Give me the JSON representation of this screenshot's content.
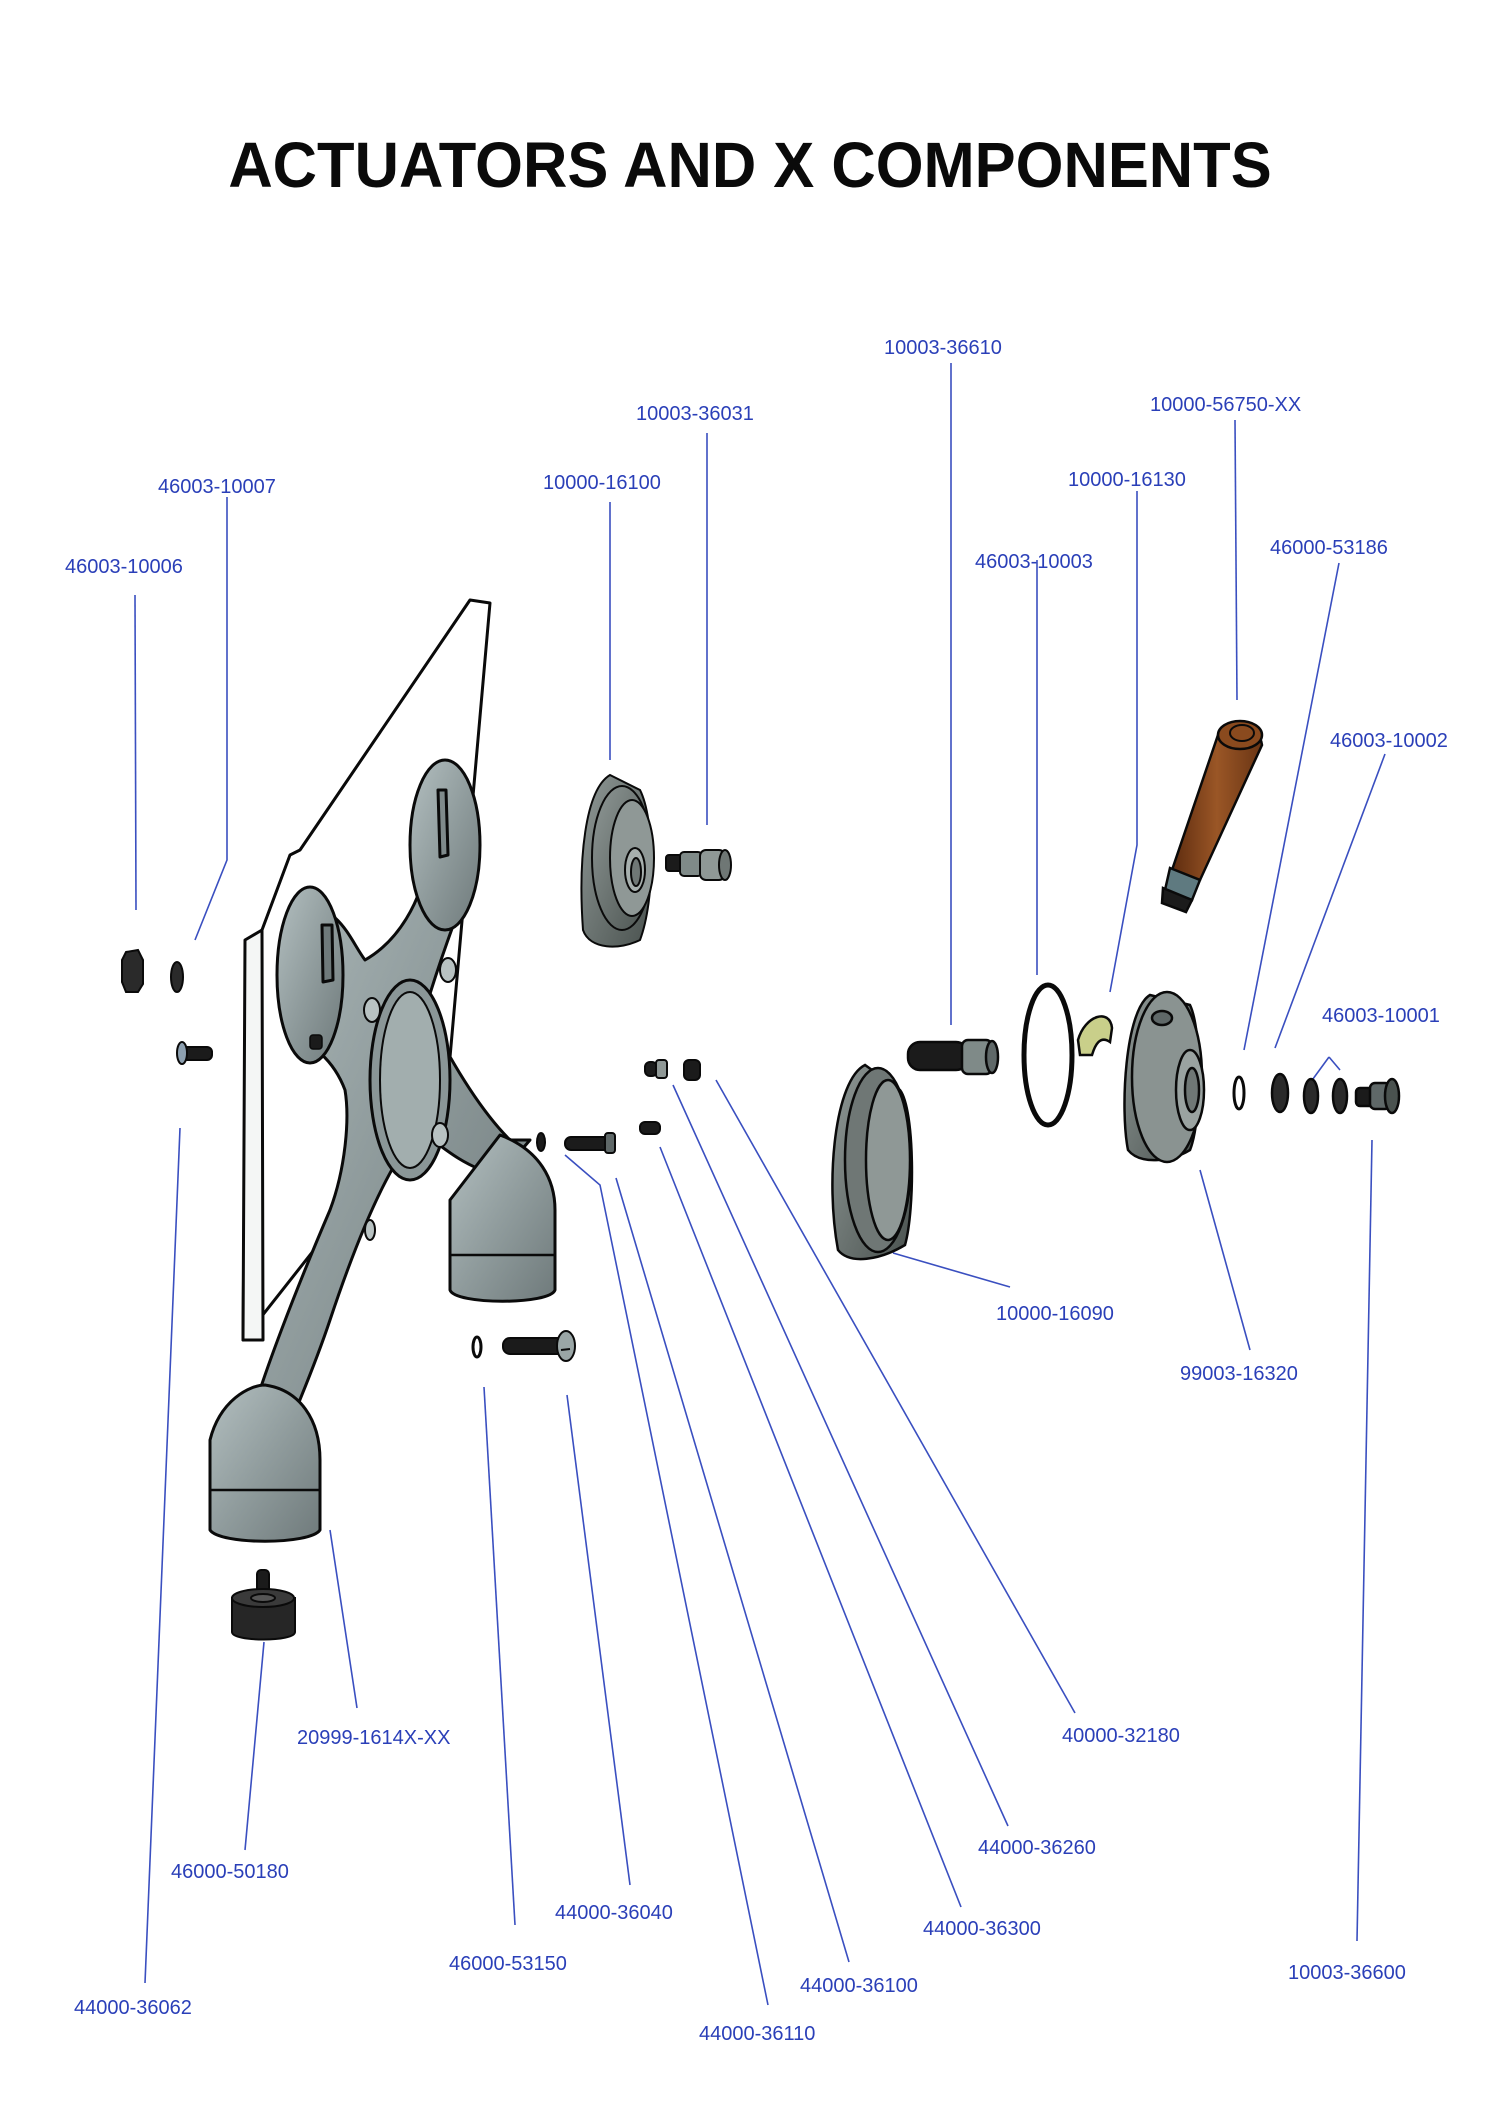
{
  "title": "ACTUATORS AND X COMPONENTS",
  "colors": {
    "leader_line": "#3a4fc0",
    "label_text": "#2a3fb8",
    "part_gray": "#8e9a9b",
    "part_dark_gray": "#5f6868",
    "hardware_black": "#1b1b1b",
    "wood_handle": "#8a4a1e",
    "brass_shim": "#c9cf8a",
    "outline": "#0a0a0a"
  },
  "parts": [
    {
      "id": "p01",
      "part_number": "46003-10006",
      "component": "hex nut"
    },
    {
      "id": "p02",
      "part_number": "46003-10007",
      "component": "washer"
    },
    {
      "id": "p03",
      "part_number": "10000-16100",
      "component": "roller wheel"
    },
    {
      "id": "p04",
      "part_number": "10003-36031",
      "component": "shoulder bolt"
    },
    {
      "id": "p05",
      "part_number": "10003-36610",
      "component": "socket cap screw"
    },
    {
      "id": "p06",
      "part_number": "46003-10003",
      "component": "o-ring"
    },
    {
      "id": "p07",
      "part_number": "10000-16130",
      "component": "brass shim"
    },
    {
      "id": "p08",
      "part_number": "10000-56750-XX",
      "component": "wooden handle"
    },
    {
      "id": "p09",
      "part_number": "46000-53186",
      "component": "small o-ring"
    },
    {
      "id": "p10",
      "part_number": "46003-10002",
      "component": "washer"
    },
    {
      "id": "p11",
      "part_number": "46003-10001",
      "component": "washers (2)"
    },
    {
      "id": "p12",
      "part_number": "10000-16090",
      "component": "cup housing"
    },
    {
      "id": "p13",
      "part_number": "99003-16320",
      "component": "hub"
    },
    {
      "id": "p14",
      "part_number": "10003-36600",
      "component": "shoulder screw"
    },
    {
      "id": "p15",
      "part_number": "40000-32180",
      "component": "spacer"
    },
    {
      "id": "p16",
      "part_number": "44000-36260",
      "component": "set screw"
    },
    {
      "id": "p17",
      "part_number": "44000-36300",
      "component": "grub screw"
    },
    {
      "id": "p18",
      "part_number": "44000-36100",
      "component": "hex bolt"
    },
    {
      "id": "p19",
      "part_number": "44000-36110",
      "component": "washer"
    },
    {
      "id": "p20",
      "part_number": "44000-36040",
      "component": "slotted screw"
    },
    {
      "id": "p21",
      "part_number": "46000-53150",
      "component": "washer"
    },
    {
      "id": "p22",
      "part_number": "44000-36062",
      "component": "countersunk screw"
    },
    {
      "id": "p23",
      "part_number": "46000-50180",
      "component": "rubber foot"
    },
    {
      "id": "p24",
      "part_number": "20999-1614X-XX",
      "component": "X frame"
    }
  ]
}
